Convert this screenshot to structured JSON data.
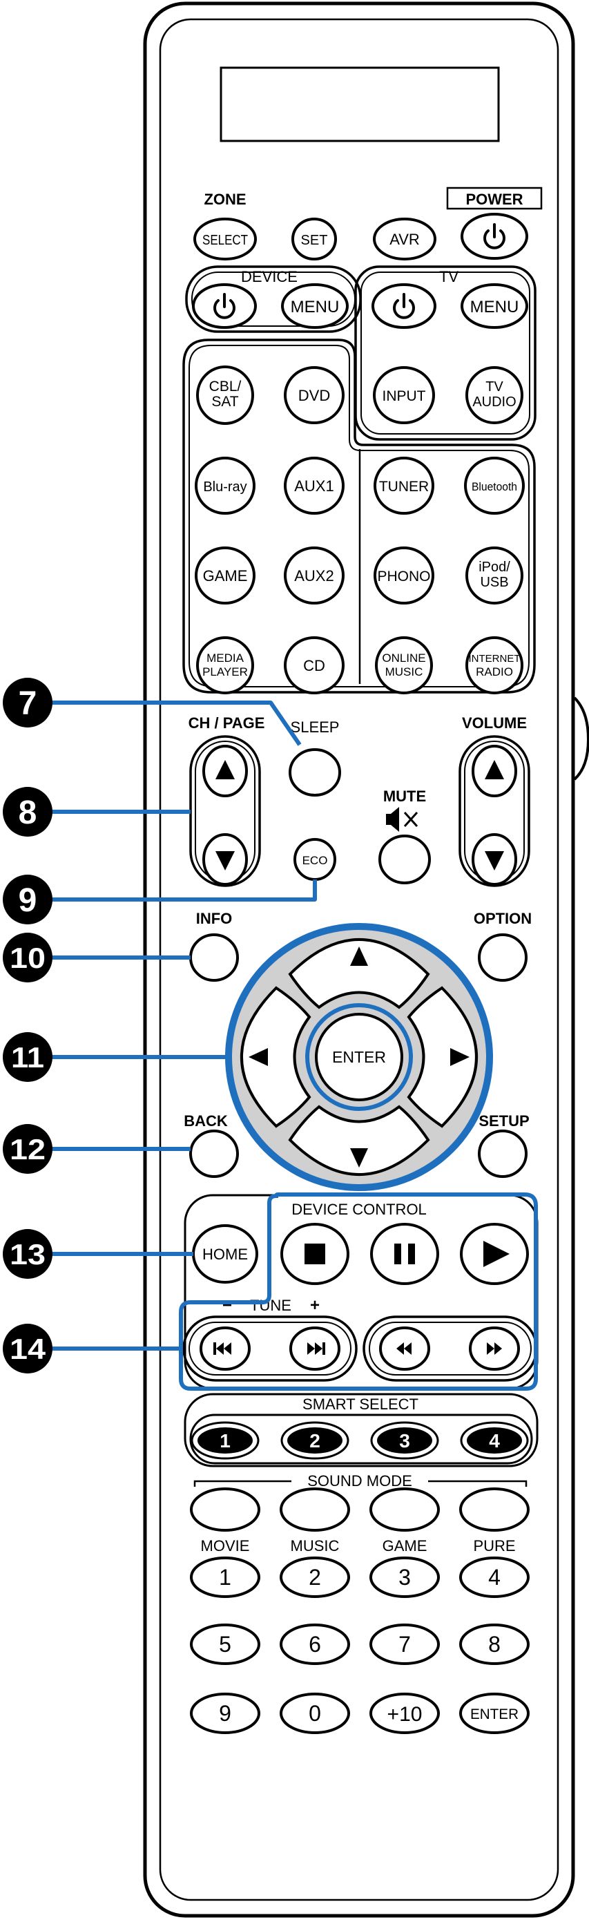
{
  "labels": {
    "zone": "ZONE",
    "power": "POWER",
    "device": "DEVICE",
    "tv": "TV",
    "ch_page": "CH / PAGE",
    "sleep": "SLEEP",
    "volume": "VOLUME",
    "mute": "MUTE",
    "info": "INFO",
    "option": "OPTION",
    "back": "BACK",
    "setup": "SETUP",
    "device_control": "DEVICE CONTROL",
    "tune_minus": "−",
    "tune": "TUNE",
    "tune_plus": "+",
    "smart_select": "SMART SELECT",
    "sound_mode": "SOUND MODE",
    "movie": "MOVIE",
    "music": "MUSIC",
    "game": "GAME",
    "pure": "PURE"
  },
  "buttons": {
    "select": "SELECT",
    "set": "SET",
    "avr": "AVR",
    "menu": "MENU",
    "input": "INPUT",
    "tv_audio_1": "TV",
    "tv_audio_2": "AUDIO",
    "cbl_1": "CBL/",
    "cbl_2": "SAT",
    "dvd": "DVD",
    "bluray": "Blu-ray",
    "aux1": "AUX1",
    "tuner": "TUNER",
    "bluetooth": "Bluetooth",
    "game": "GAME",
    "aux2": "AUX2",
    "phono": "PHONO",
    "ipod_1": "iPod/",
    "ipod_2": "USB",
    "media_1": "MEDIA",
    "media_2": "PLAYER",
    "cd": "CD",
    "online_1": "ONLINE",
    "online_2": "MUSIC",
    "internet_1": "INTERNET",
    "internet_2": "RADIO",
    "eco": "ECO",
    "enter": "ENTER",
    "home": "HOME",
    "smart": [
      "1",
      "2",
      "3",
      "4"
    ],
    "numbers": [
      "1",
      "2",
      "3",
      "4",
      "5",
      "6",
      "7",
      "8",
      "9",
      "0",
      "+10",
      "ENTER"
    ]
  },
  "callouts": [
    "7",
    "8",
    "9",
    "10",
    "11",
    "12",
    "13",
    "14"
  ],
  "colors": {
    "callout_line": "#1f6fbf",
    "dpad_ring": "#d0d0d0",
    "outline": "#000000"
  }
}
